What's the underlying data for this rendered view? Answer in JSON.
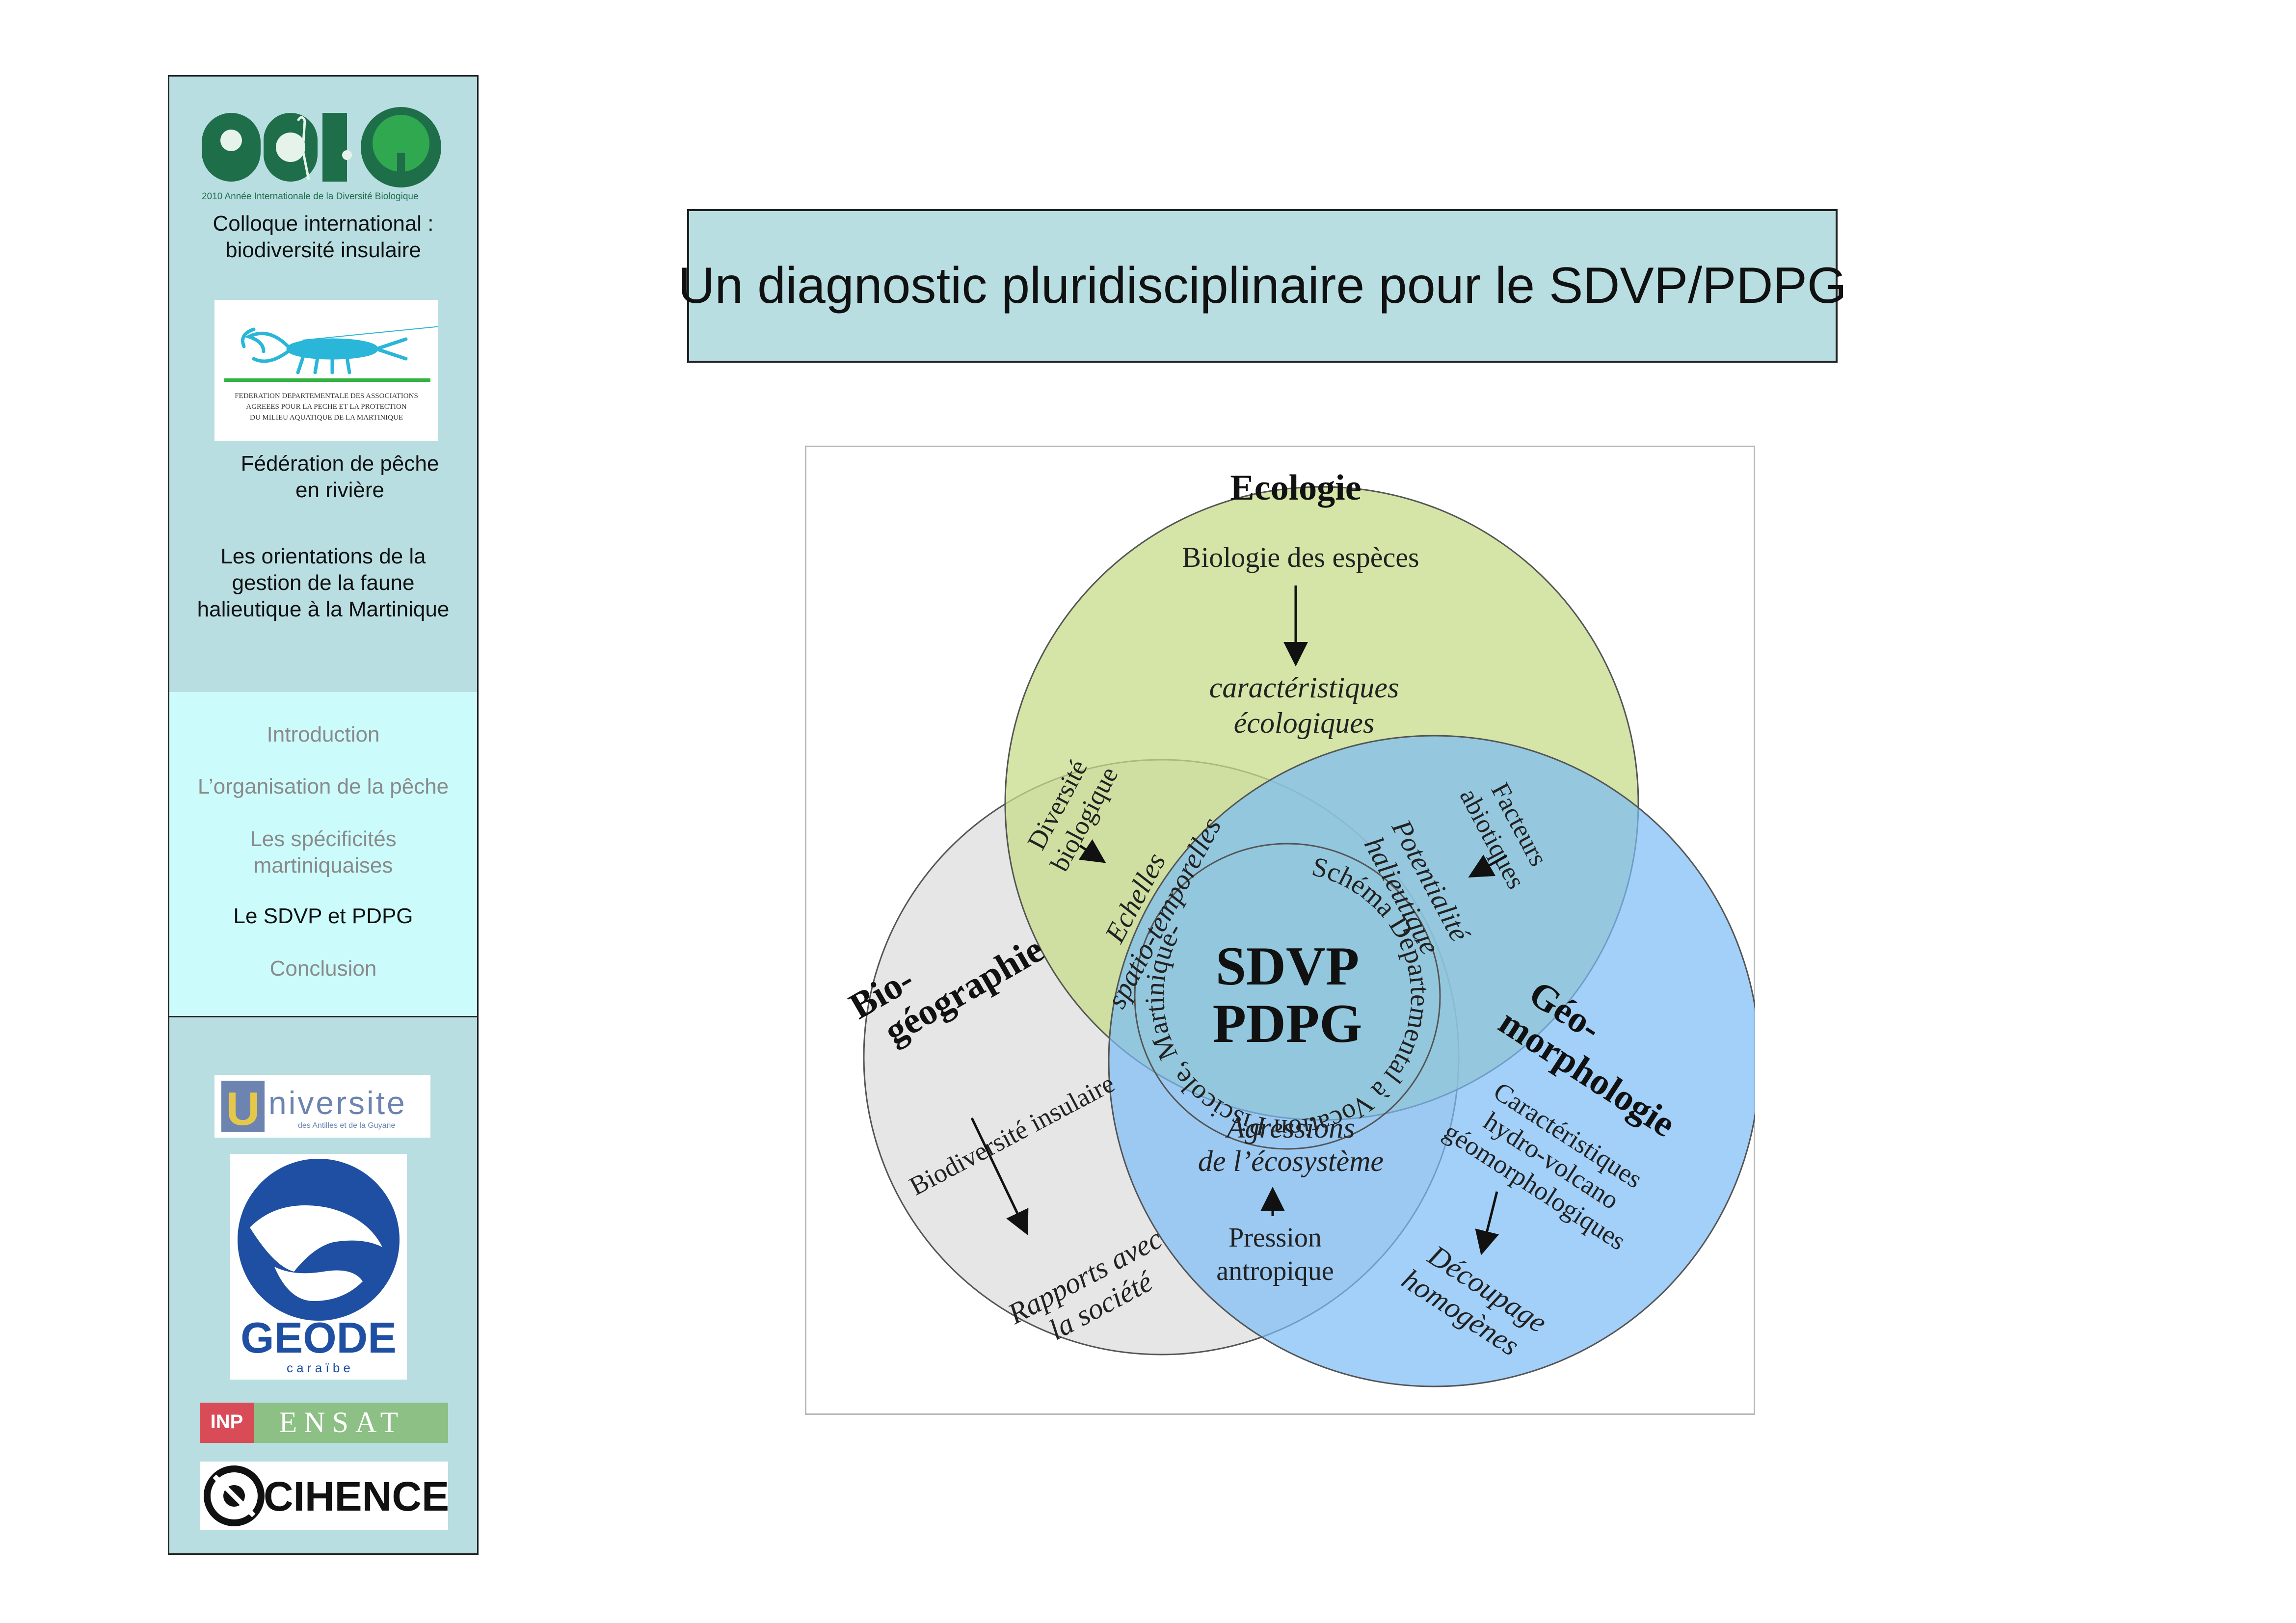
{
  "sidebar": {
    "logo_2010": {
      "big_text": "2010",
      "caption": "2010 Année Internationale de la Diversité Biologique",
      "colors": {
        "green": "#1f6e4a",
        "bright_green": "#2fa84f"
      }
    },
    "colloque": [
      "Colloque international :",
      "biodiversité insulaire"
    ],
    "federation_logo": {
      "lines": [
        "FEDERATION DEPARTEMENTALE DES ASSOCIATIONS",
        "AGREEES POUR LA PECHE ET LA PROTECTION",
        "DU MILIEU AQUATIQUE DE LA MARTINIQUE"
      ],
      "icon": "crayfish-icon",
      "color": "#29b6d9"
    },
    "federation_label": [
      "Fédération de pêche",
      "en rivière"
    ],
    "subtitle": [
      "Les orientations de la",
      "gestion de la faune",
      "halieutique à la Martinique"
    ],
    "nav": [
      {
        "label": "Introduction",
        "active": false
      },
      {
        "label": "L’organisation de la pêche",
        "active": false
      },
      {
        "label_lines": [
          "Les spécificités",
          "martiniquaises"
        ],
        "active": false
      },
      {
        "label": "Le SDVP et PDPG",
        "active": true
      },
      {
        "label": "Conclusion",
        "active": false
      }
    ],
    "universite_logo": {
      "letter": "U",
      "word": "niversite",
      "subtext": "des Antilles et de la Guyane"
    },
    "geode_logo": {
      "name": "GEODE",
      "subtext": "c a r a ï b e",
      "color": "#1e4fa3"
    },
    "inp_logo": {
      "inp": "INP",
      "ensat": "ENSAT"
    },
    "cihence_logo": {
      "name": "CIHENCE"
    }
  },
  "title": "Un diagnostic pluridisciplinaire pour le SDVP/PDPG",
  "diagram": {
    "colors": {
      "ecologie": "#c6dc8a",
      "biogeographie": "#dedede",
      "geomorphologie": "#7bbcf7",
      "outline": "#555555"
    },
    "ecologie": {
      "title": "Ecologie",
      "item1": "Biologie des espèces",
      "item2": [
        "caractéristiques",
        "écologiques"
      ]
    },
    "biogeographie": {
      "title": [
        "Bio-",
        "géographie"
      ],
      "item1": "Biodiversité insulaire",
      "item2": [
        "Rapports avec",
        "la société"
      ]
    },
    "geomorphologie": {
      "title": [
        "Géo-",
        "morphologie"
      ],
      "item1": [
        "Caractéristiques",
        "hydro-volcano",
        "géomorphologiques"
      ],
      "item2": [
        "Découpage",
        "homogènes"
      ]
    },
    "eco_bio": {
      "item1": [
        "Diversité",
        "biologique"
      ],
      "item2": [
        "Echelles",
        "spatio-temporelles"
      ]
    },
    "eco_geo": {
      "item1": [
        "Facteurs",
        "abiotiques"
      ],
      "item2": [
        "Potentialité",
        "halieutique"
      ]
    },
    "bio_geo": {
      "item1": [
        "Agressions",
        "de l’écosystème"
      ],
      "item2": [
        "Pression",
        "antropique"
      ]
    },
    "center": {
      "line1": "SDVP",
      "line2": "PDPG",
      "ring_text": "Schéma Départemental à Vocation Piscicole, Martinique-"
    }
  }
}
